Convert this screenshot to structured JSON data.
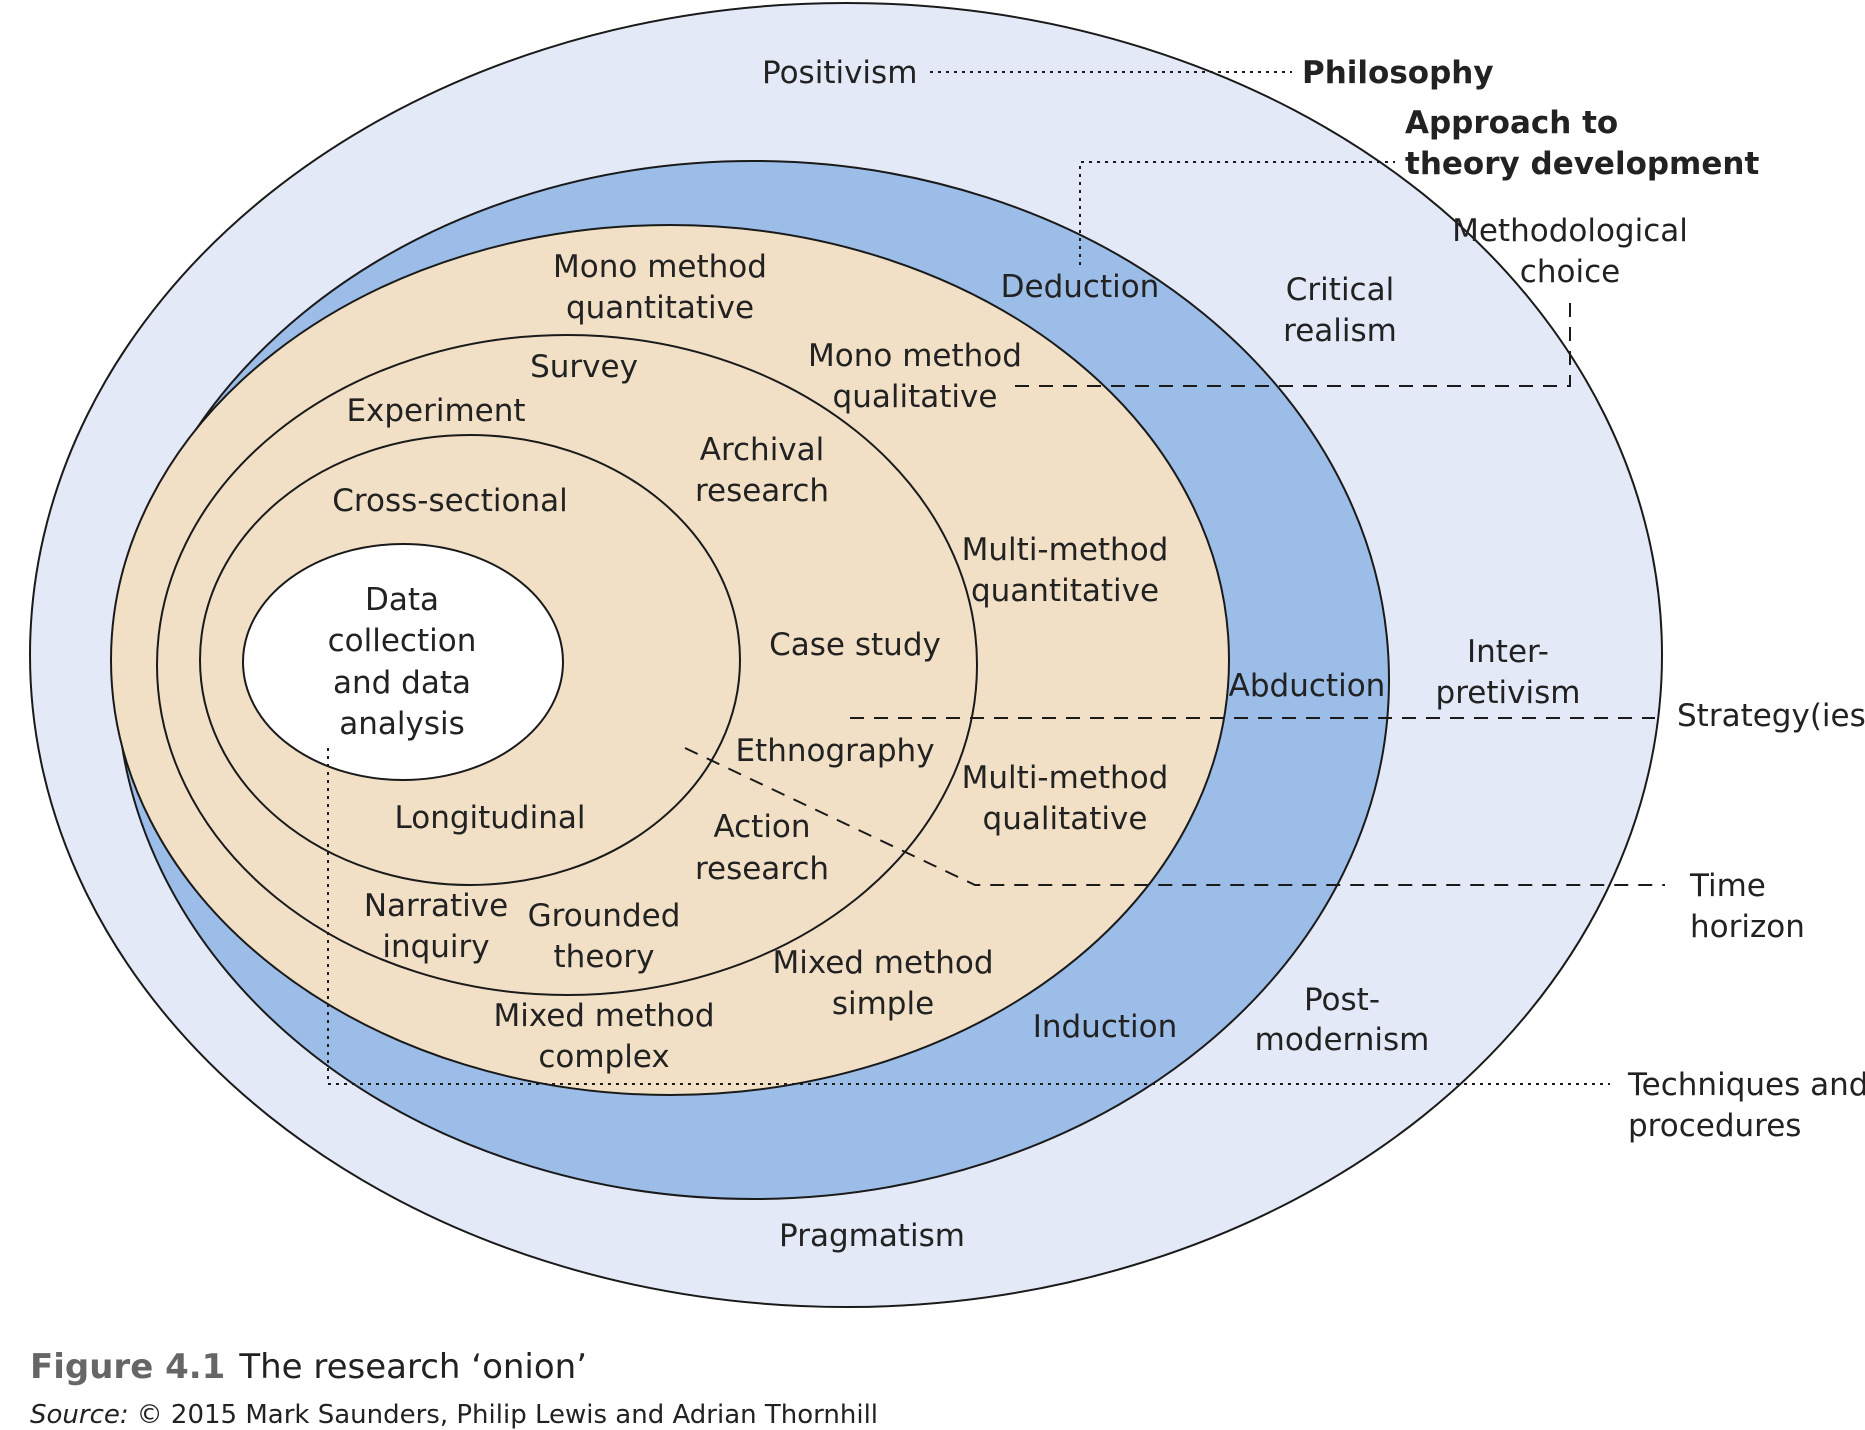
{
  "colors": {
    "philosophy_layer": "#e3e9f7",
    "approach_layer": "#9bbde7",
    "choice_layer": "#f1e0c6",
    "core": "#ffffff",
    "outline": "#1a1a1a",
    "text": "#222222"
  },
  "layers": {
    "philosophy": {
      "title": "Philosophy",
      "items": [
        "Positivism",
        "Critical",
        "realism",
        "Inter-",
        "pretivism",
        "Post-",
        "modernism",
        "Pragmatism"
      ]
    },
    "approach": {
      "title_line1": "Approach to",
      "title_line2": "theory development",
      "items": [
        "Deduction",
        "Abduction",
        "Induction"
      ]
    },
    "choice": {
      "title_line1": "Methodological",
      "title_line2": "choice",
      "items": [
        "Mono method",
        "quantitative",
        "Mono method",
        "qualitative",
        "Multi-method",
        "quantitative",
        "Multi-method",
        "qualitative",
        "Mixed method",
        "simple",
        "Mixed method",
        "complex"
      ]
    },
    "strategy": {
      "title": "Strategy(ies)",
      "items": [
        "Survey",
        "Experiment",
        "Archival",
        "research",
        "Case study",
        "Ethnography",
        "Action",
        "research",
        "Grounded",
        "theory",
        "Narrative",
        "inquiry"
      ]
    },
    "time_horizon": {
      "title_line1": "Time",
      "title_line2": "horizon",
      "items": [
        "Cross-sectional",
        "Longitudinal"
      ]
    },
    "techniques": {
      "title_line1": "Techniques and",
      "title_line2": "procedures",
      "core": [
        "Data",
        "collection",
        "and data",
        "analysis"
      ]
    }
  },
  "caption": {
    "figure_number": "Figure 4.1",
    "title": "The research ‘onion’",
    "source_label": "Source:",
    "source_text": "© 2015 Mark Saunders, Philip Lewis and Adrian Thornhill"
  }
}
